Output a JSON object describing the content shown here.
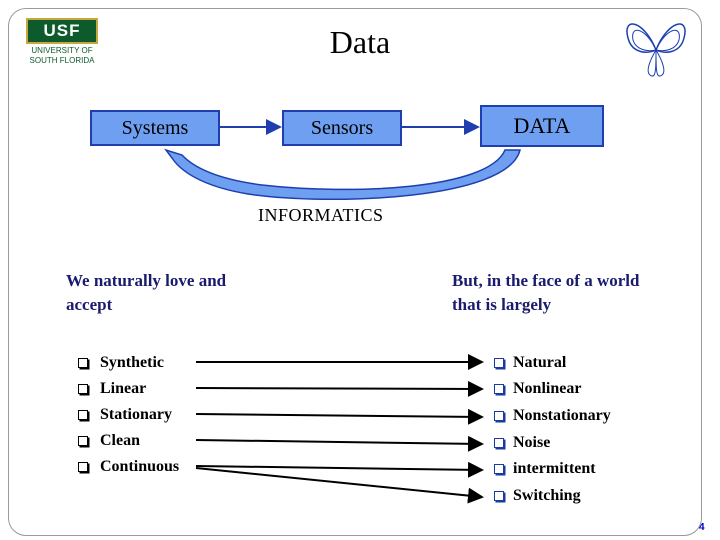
{
  "logo": {
    "mark": "USF",
    "line1": "UNIVERSITY OF",
    "line2": "SOUTH FLORIDA"
  },
  "title": "Data",
  "flow": {
    "systems": "Systems",
    "sensors": "Sensors",
    "data": "DATA"
  },
  "loop_label": "INFORMATICS",
  "left_para": "We naturally love and accept",
  "right_para": "But, in the face of a world that is largely",
  "left_items": [
    "Synthetic",
    "Linear",
    "Stationary",
    "Clean",
    "Continuous"
  ],
  "right_items": [
    "Natural",
    "Nonlinear",
    "Nonstationary",
    "Noise",
    "intermittent",
    "Switching"
  ],
  "page_number": "4",
  "colors": {
    "box_fill": "#6e9ff0",
    "box_border": "#1f3fb0",
    "usf_green": "#0d5a2c",
    "usf_gold": "#c8a83c"
  }
}
